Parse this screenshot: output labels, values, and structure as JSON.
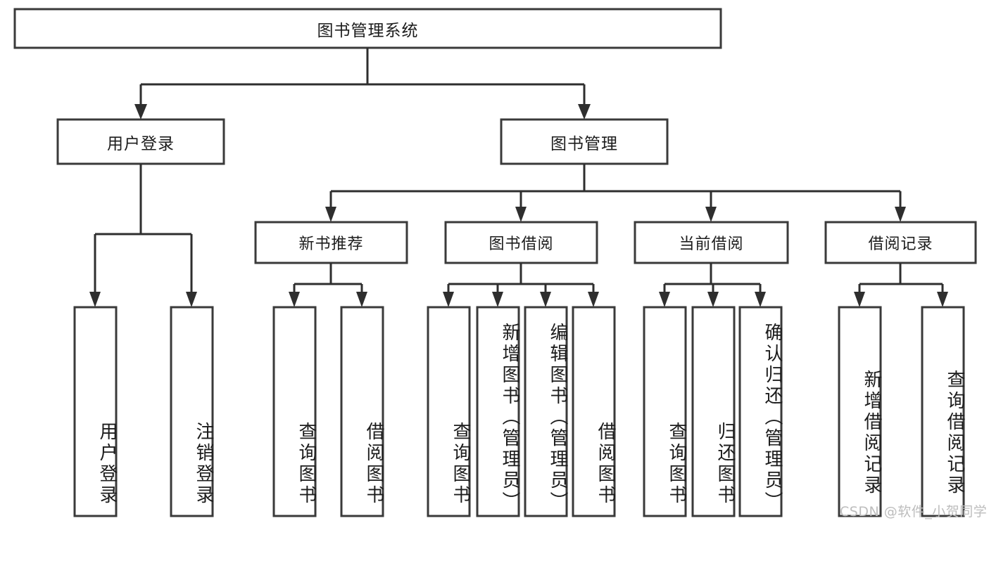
{
  "diagram": {
    "title": "图书管理系统",
    "type": "tree",
    "watermark": "CSDN @软件_小贺同学",
    "colors": {
      "box_stroke": "#3a3a3a",
      "connector": "#2e2e2e",
      "text": "#1c1c1c",
      "background": "#ffffff",
      "watermark": "#bdbdbd"
    },
    "root": {
      "label": "图书管理系统"
    },
    "level2": [
      {
        "label": "用户登录"
      },
      {
        "label": "图书管理"
      }
    ],
    "level3": [
      {
        "label": "新书推荐"
      },
      {
        "label": "图书借阅"
      },
      {
        "label": "当前借阅"
      },
      {
        "label": "借阅记录"
      }
    ],
    "leaves": {
      "user_login": [
        {
          "label": "用户登录"
        },
        {
          "label": "注销登录"
        }
      ],
      "new_book_recommend": [
        {
          "label": "查询图书"
        },
        {
          "label": "借阅图书"
        }
      ],
      "book_borrow": [
        {
          "label": "查询图书"
        },
        {
          "label": "新增图书（管理员）"
        },
        {
          "label": "编辑图书（管理员）"
        },
        {
          "label": "借阅图书"
        }
      ],
      "current_borrow": [
        {
          "label": "查询图书"
        },
        {
          "label": "归还图书"
        },
        {
          "label": "确认归还（管理员）"
        }
      ],
      "borrow_record": [
        {
          "label": "新增借阅记录"
        },
        {
          "label": "查询借阅记录"
        }
      ]
    }
  }
}
